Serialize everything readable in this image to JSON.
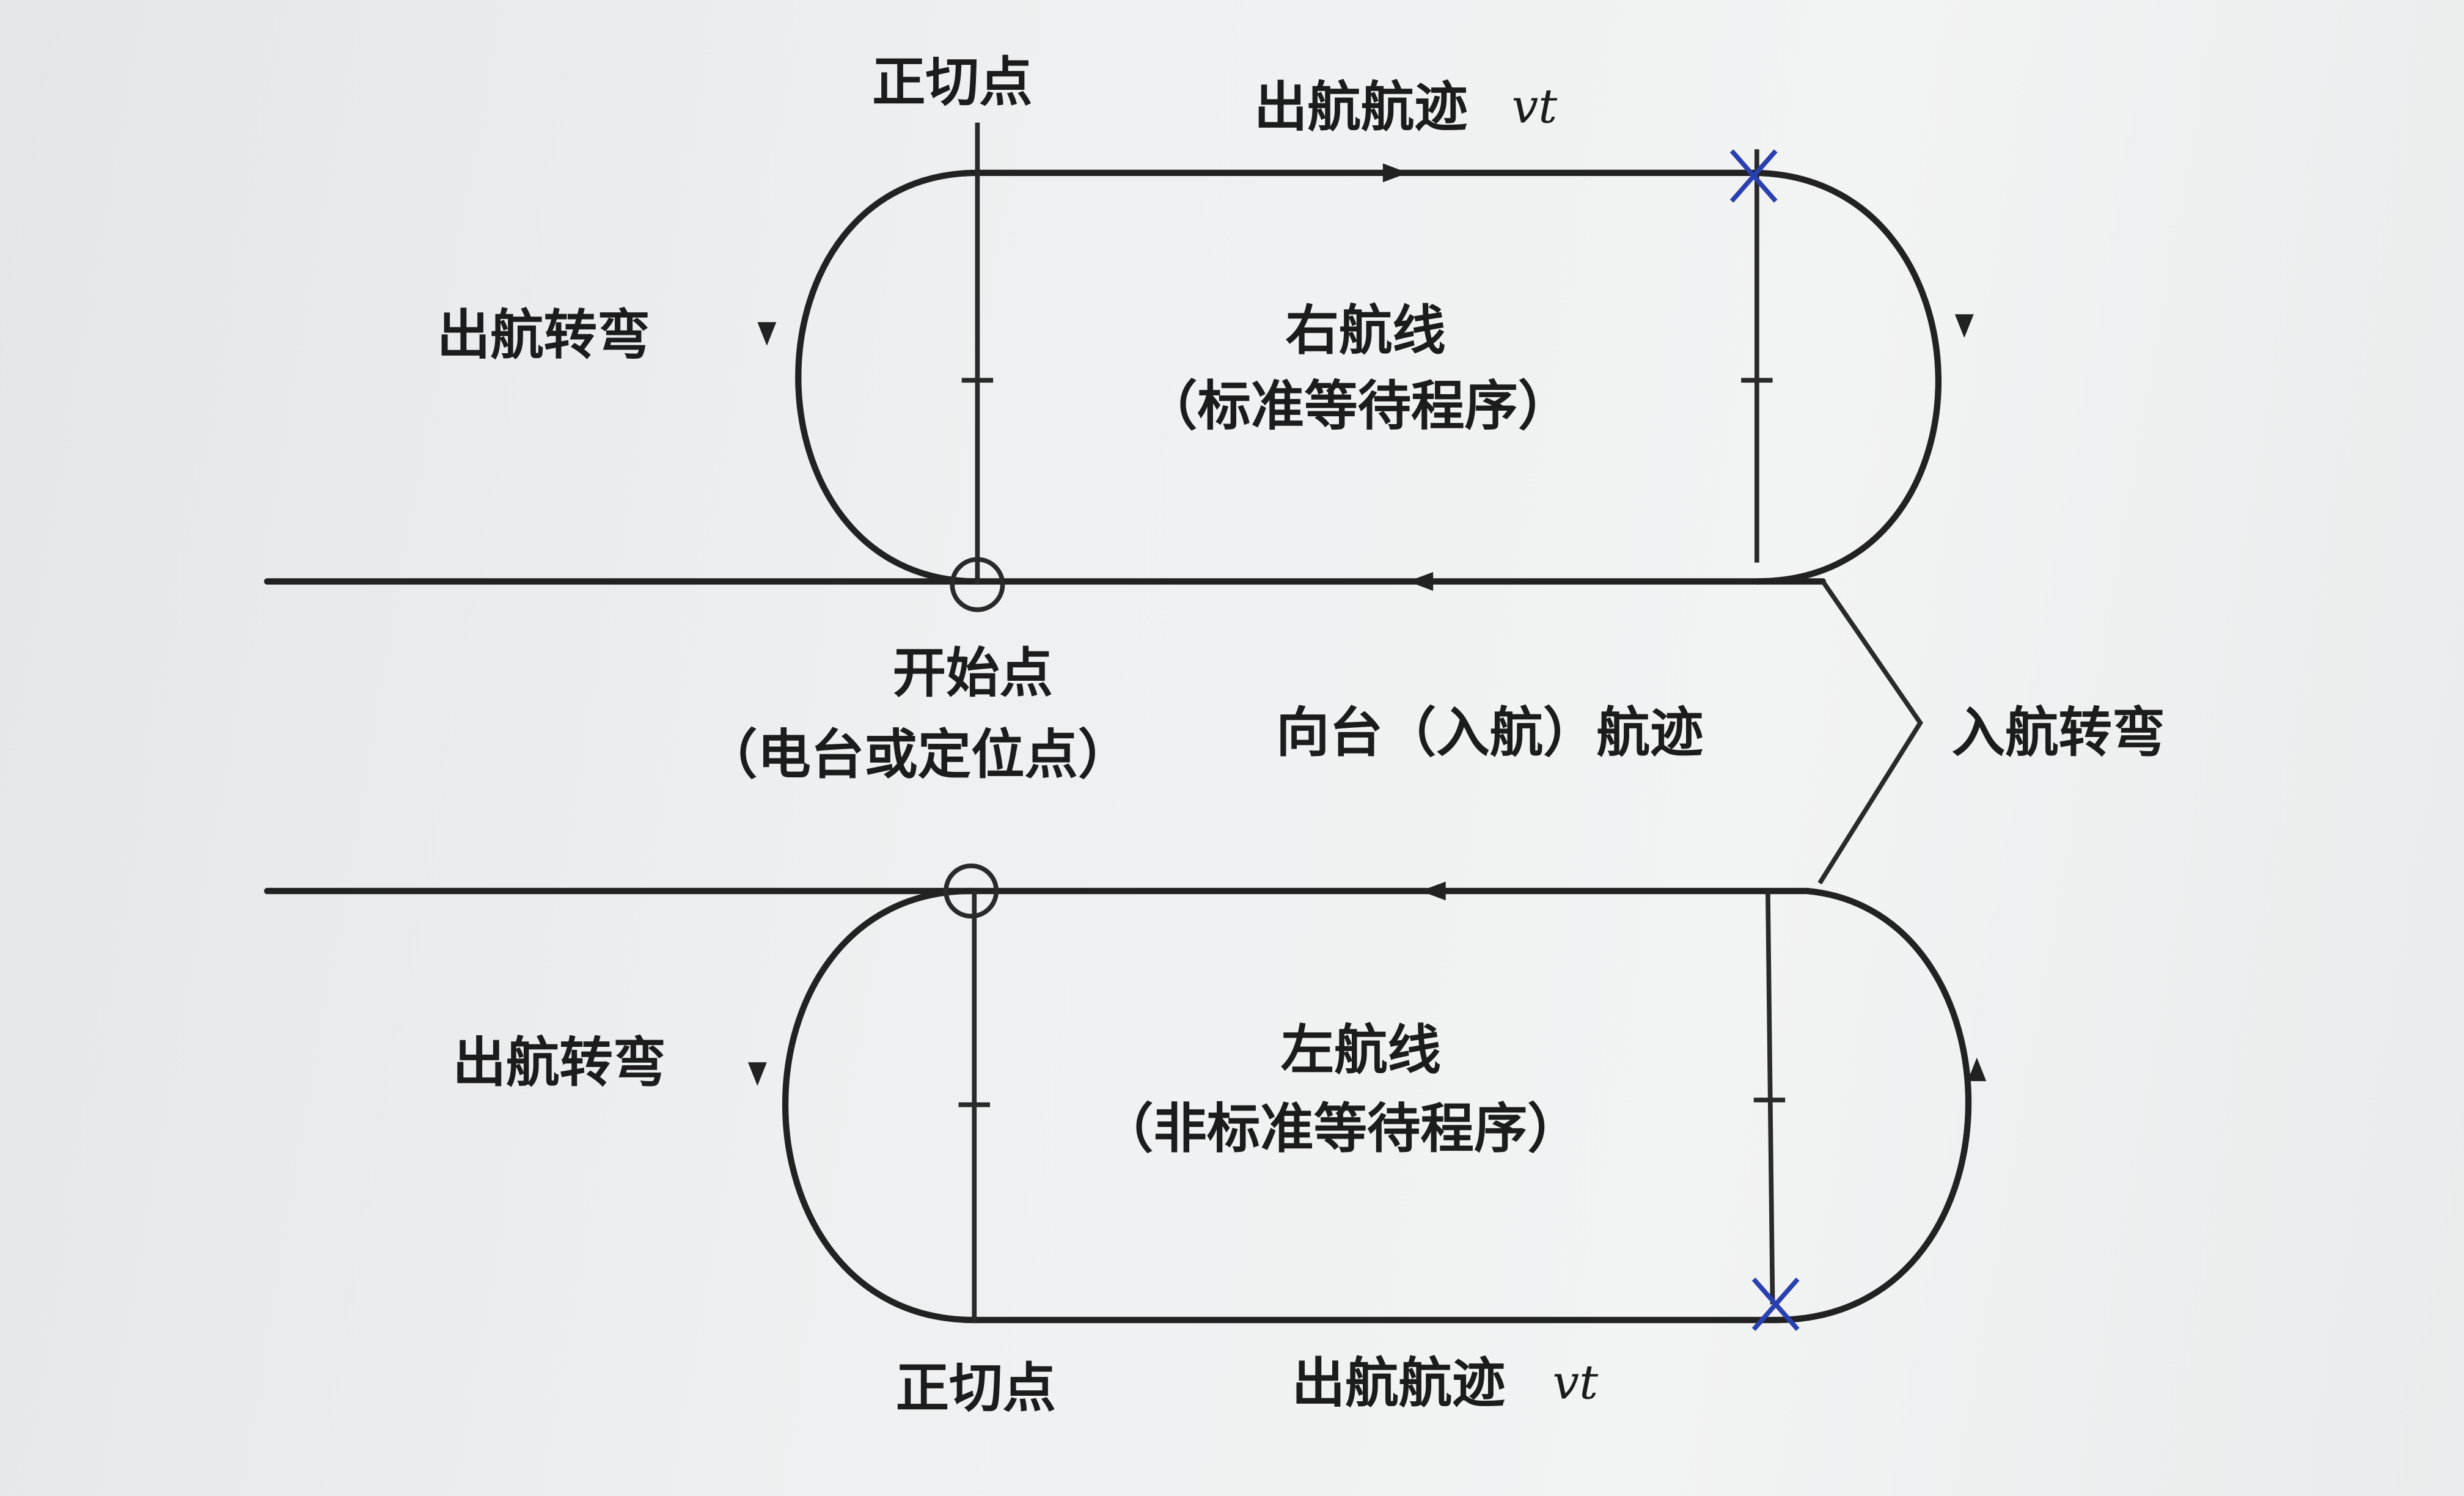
{
  "top_pattern": {
    "title": "右航线",
    "subtitle": "（标准等待程序）",
    "tangent_point": "正切点",
    "outbound_track": "出航航迹",
    "outbound_symbol": "vt",
    "outbound_turn": "出航转弯"
  },
  "middle": {
    "start_point": "开始点",
    "start_point_note": "（电台或定位点）",
    "inbound_track": "向台（入航）航迹",
    "inbound_turn": "入航转弯"
  },
  "bottom_pattern": {
    "title": "左航线",
    "subtitle": "（非标准等待程序）",
    "tangent_point": "正切点",
    "outbound_track": "出航航迹",
    "outbound_symbol": "vt",
    "outbound_turn": "出航转弯"
  },
  "colors": {
    "line": "#222222",
    "pen_mark": "#2a3fb0"
  }
}
